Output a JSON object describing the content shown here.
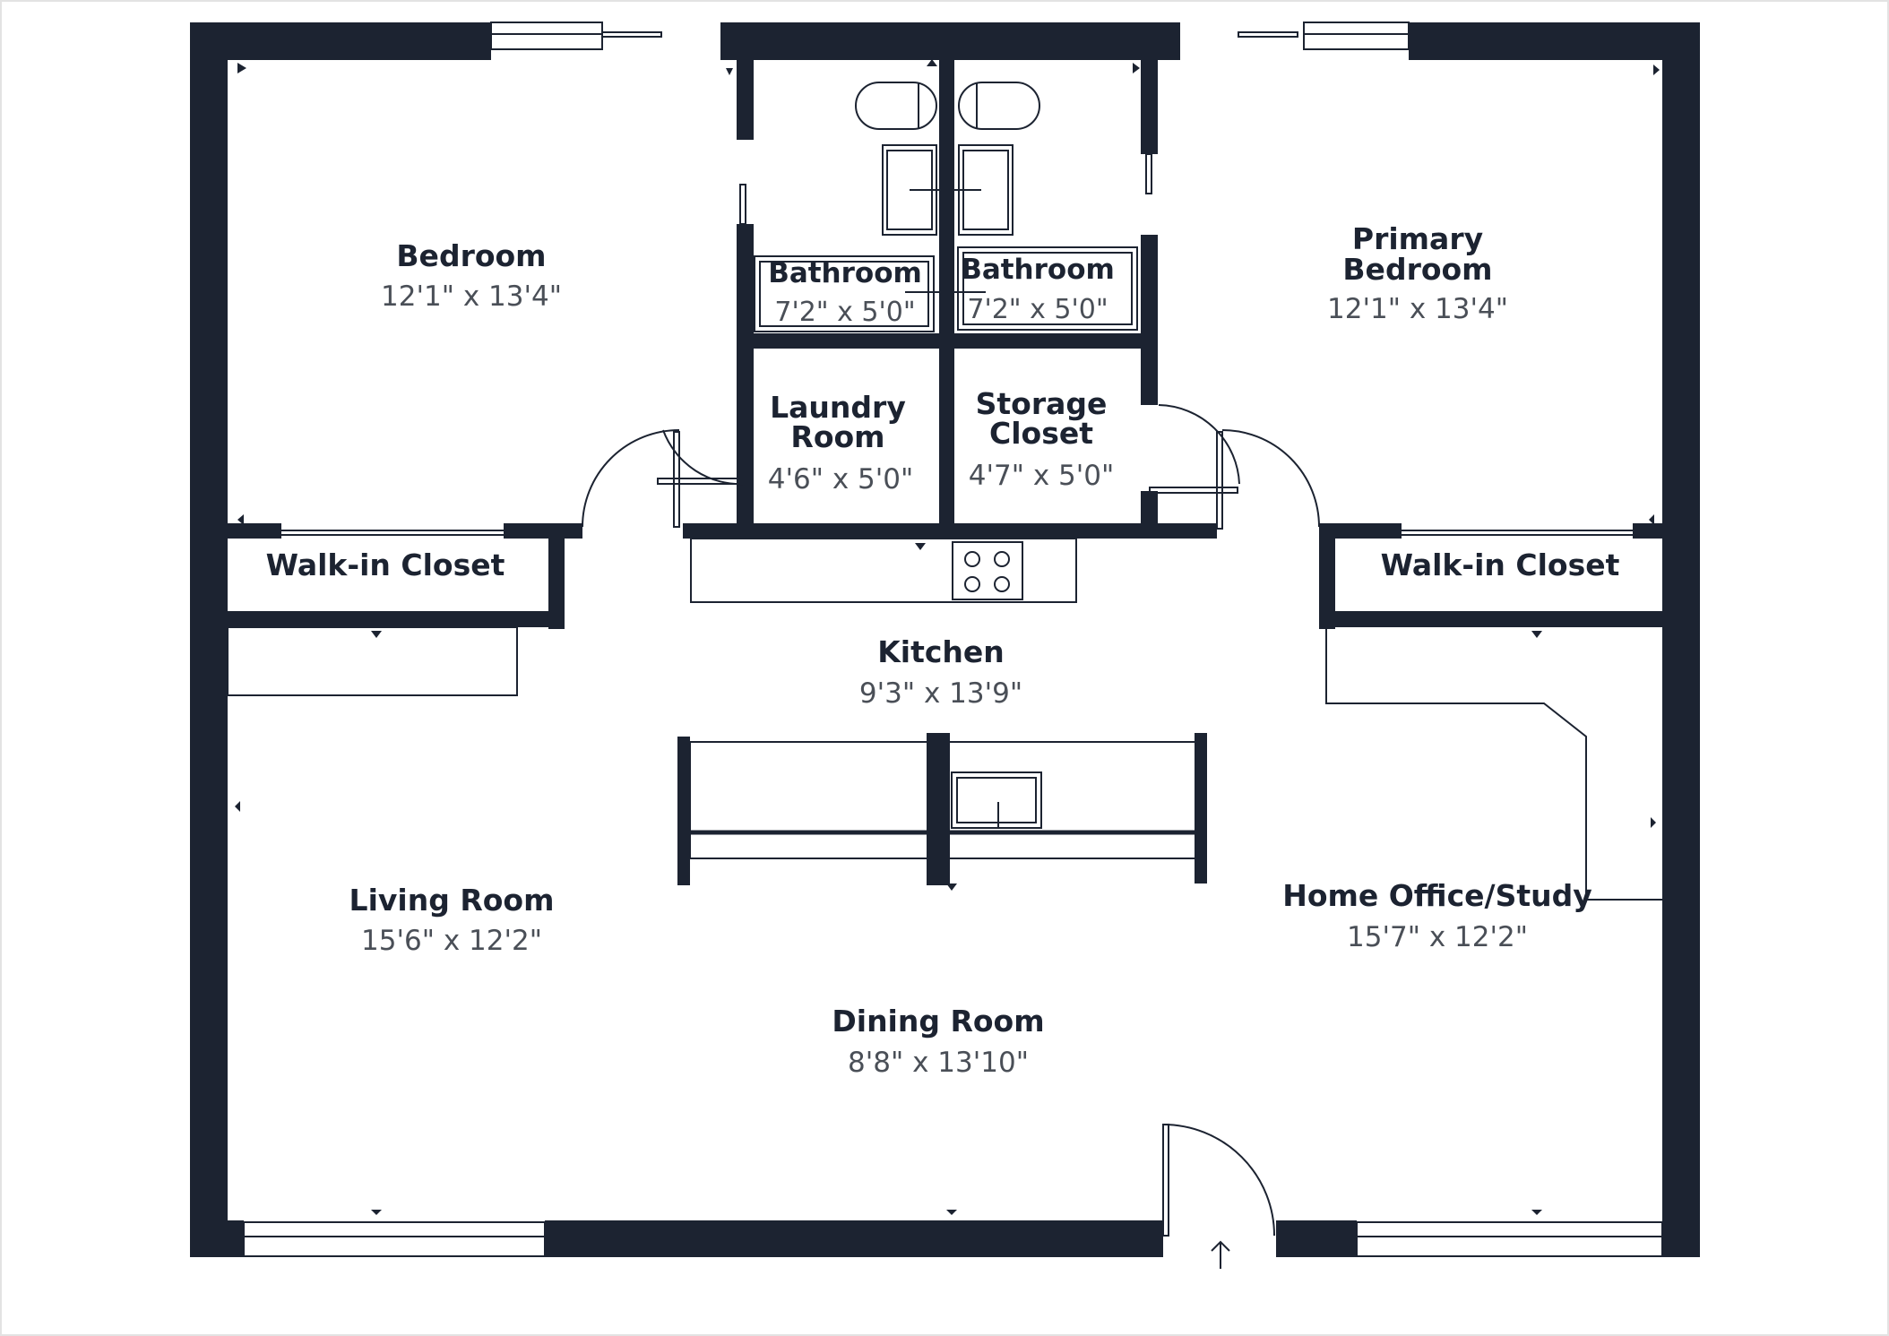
{
  "colors": {
    "wall": "#1c2331",
    "text_primary": "#1c2331",
    "text_secondary": "#4a4f57",
    "background": "#ffffff"
  },
  "rooms": {
    "bedroom": {
      "name": "Bedroom",
      "dims": "12'1\" x 13'4\""
    },
    "primary": {
      "name_line1": "Primary",
      "name_line2": "Bedroom",
      "dims": "12'1\" x 13'4\""
    },
    "bath_left": {
      "name": "Bathroom",
      "dims": "7'2\" x 5'0\""
    },
    "bath_right": {
      "name": "Bathroom",
      "dims": "7'2\" x 5'0\""
    },
    "laundry": {
      "name_line1": "Laundry",
      "name_line2": "Room",
      "dims": "4'6\" x 5'0\""
    },
    "storage": {
      "name_line1": "Storage",
      "name_line2": "Closet",
      "dims": "4'7\" x 5'0\""
    },
    "walkin_left": {
      "name": "Walk-in Closet"
    },
    "walkin_right": {
      "name": "Walk-in Closet"
    },
    "kitchen": {
      "name": "Kitchen",
      "dims": "9'3\" x 13'9\""
    },
    "living": {
      "name": "Living Room",
      "dims": "15'6\" x 12'2\""
    },
    "office": {
      "name": "Home Office/Study",
      "dims": "15'7\" x 12'2\""
    },
    "dining": {
      "name": "Dining Room",
      "dims": "8'8\" x 13'10\""
    }
  }
}
